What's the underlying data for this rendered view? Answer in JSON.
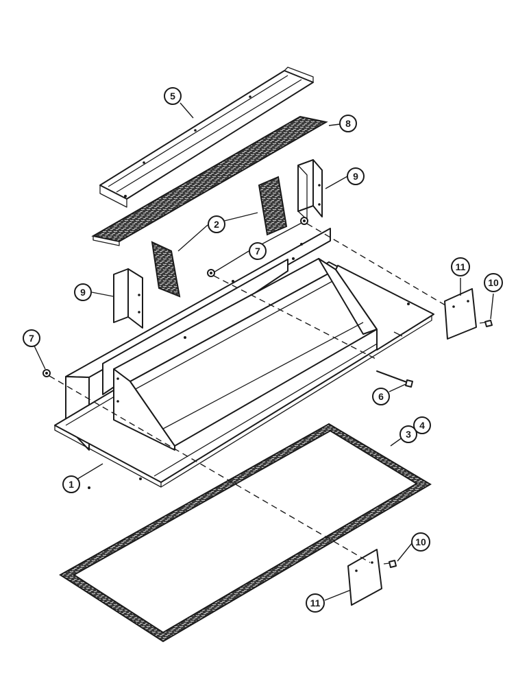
{
  "colors": {
    "ink": "#1a1a1a",
    "paper": "#ffffff",
    "texture": "#3a3a3a"
  },
  "callouts": [
    {
      "id": "c5",
      "label": "5"
    },
    {
      "id": "c8",
      "label": "8"
    },
    {
      "id": "c9a",
      "label": "9"
    },
    {
      "id": "c2",
      "label": "2"
    },
    {
      "id": "c7a",
      "label": "7"
    },
    {
      "id": "c9b",
      "label": "9"
    },
    {
      "id": "c11a",
      "label": "11"
    },
    {
      "id": "c10a",
      "label": "10"
    },
    {
      "id": "c7b",
      "label": "7"
    },
    {
      "id": "c6",
      "label": "6"
    },
    {
      "id": "c3",
      "label": "3"
    },
    {
      "id": "c4",
      "label": "4"
    },
    {
      "id": "c1",
      "label": "1"
    },
    {
      "id": "c10b",
      "label": "10"
    },
    {
      "id": "c11b",
      "label": "11"
    }
  ]
}
